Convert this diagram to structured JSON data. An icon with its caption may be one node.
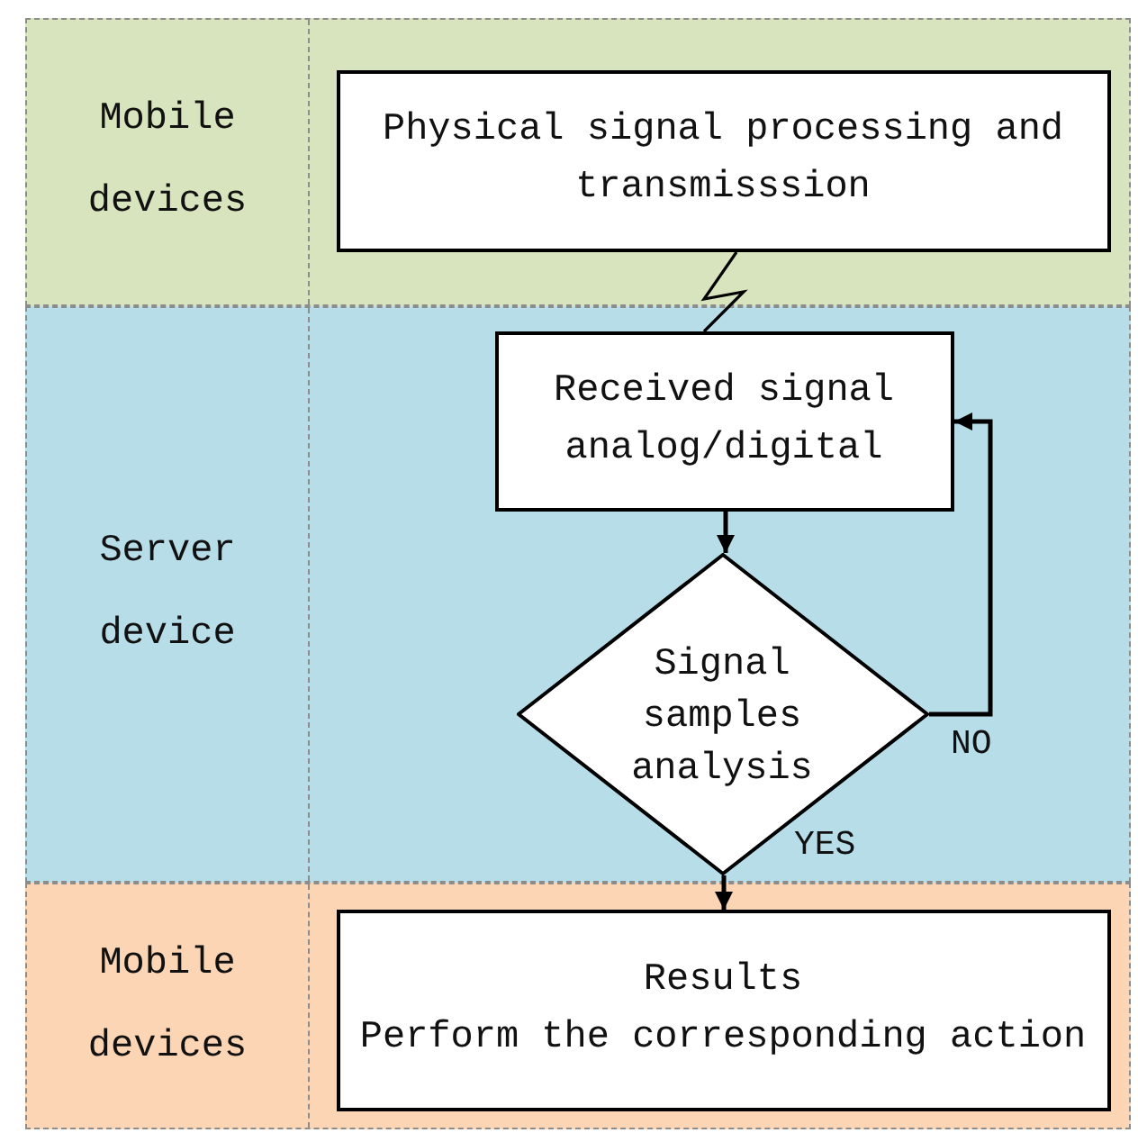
{
  "diagram": {
    "nodes": [
      {
        "text": [
          "Mobile devices"
        ]
      },
      {
        "text": [
          "Physical signal processing and transmisssion"
        ],
        "in": 0
      },
      {
        "text": [
          "Server device"
        ]
      },
      {
        "text": [
          "Received signal analog/digital"
        ],
        "in": 2
      },
      {
        "text": [
          "Signal samples analysis"
        ],
        "in": 2
      },
      {
        "text": [
          "Mobile devices"
        ]
      },
      {
        "text": [
          "Results",
          "Perform the corresponding action"
        ],
        "in": 5
      }
    ],
    "edges": [
      {
        "from": 1,
        "to": 3,
        "arrow": "none"
      },
      {
        "from": 3,
        "to": 4,
        "arrow": "to"
      },
      {
        "from": 4,
        "to": 3,
        "arrow": "to",
        "label": "NO"
      },
      {
        "from": 4,
        "to": 6,
        "arrow": "to",
        "label": "YES"
      }
    ]
  }
}
